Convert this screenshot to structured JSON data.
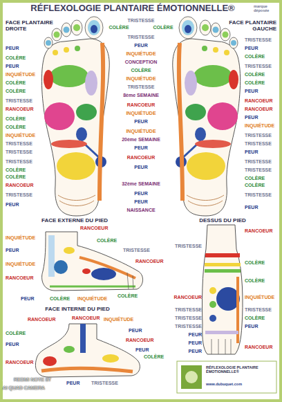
{
  "diagram": {
    "title": "RÉFLEXOLOGIE PLANTAIRE ÉMOTIONNELLE®",
    "labels": [
      "marque déposée",
      "FACE PLANTAIRE DROITE",
      "FACE PLANTAIRE GAUCHE",
      "PEUR",
      "COLÈRE",
      "PEUR",
      "INQUIÉTUDE",
      "COLÈRE",
      "COLÈRE",
      "TRISTESSE",
      "RANCOEUR",
      "COLÈRE",
      "COLÈRE",
      "INQUIÉTUDE",
      "TRISTESSE",
      "TRISTESSE",
      "TRISTESSE",
      "COLÈRE",
      "COLÈRE",
      "RANCOEUR",
      "TRISTESSE",
      "PEUR",
      "TRISTESSE",
      "COLÈRE",
      "COLÈRE",
      "TRISTESSE",
      "PEUR",
      "INQUIÉTUDE",
      "CONCEPTION",
      "COLÈRE",
      "INQUIÉTUDE",
      "TRISTESSE",
      "8ème SEMAINE",
      "RANCOEUR",
      "INQUIÉTUDE",
      "PEUR",
      "INQUIÉTUDE",
      "20ème SEMAINE",
      "PEUR",
      "RANCOEUR",
      "PEUR",
      "32ème SEMAINE",
      "PEUR",
      "PEUR",
      "NAISSANCE",
      "TRISTESSE",
      "PEUR",
      "COLÈRE",
      "TRISTESSE",
      "COLÈRE",
      "COLÈRE",
      "PEUR",
      "RANCOEUR",
      "RANCOEUR",
      "PEUR",
      "INQUIÉTUDE",
      "TRISTESSE",
      "TRISTESSE",
      "PEUR",
      "TRISTESSE",
      "TRISTESSE",
      "COLÈRE",
      "COLÈRE",
      "TRISTESSE",
      "PEUR",
      "FACE EXTERNE DU PIED",
      "DESSUS DU PIED",
      "INQUIÉTUDE",
      "PEUR",
      "INQUIÉTUDE",
      "RANCOEUR",
      "PEUR",
      "RANCOEUR",
      "COLÈRE",
      "TRISTESSE",
      "RANCOEUR",
      "COLÈRE",
      "INQUIÉTUDE",
      "COLÈRE",
      "RANCOEUR",
      "TRISTESSE",
      "COLÈRE",
      "COLÈRE",
      "INQUIÉTUDE",
      "RANCOEUR",
      "TRISTESSE",
      "TRISTESSE",
      "TRISTESSE",
      "PEUR",
      "PEUR",
      "PEUR",
      "TRISTESSE",
      "COLÈRE",
      "PEUR",
      "RANCOEUR",
      "FACE INTERNE DU PIED",
      "RANCOEUR",
      "RANCOEUR",
      "INQUIÉTUDE",
      "COLÈRE",
      "PEUR",
      "RANCOEUR",
      "PEUR",
      "RANCOEUR",
      "PEUR",
      "COLÈRE",
      "PEUR",
      "TRISTESSE",
      "RÉFLEXOLOGIE PLANTAIRE ÉMOTIONNELLE®",
      "www.dubuquet.com",
      "REDMI NOTE 8T",
      "AI QUAD CAMERA"
    ]
  }
}
